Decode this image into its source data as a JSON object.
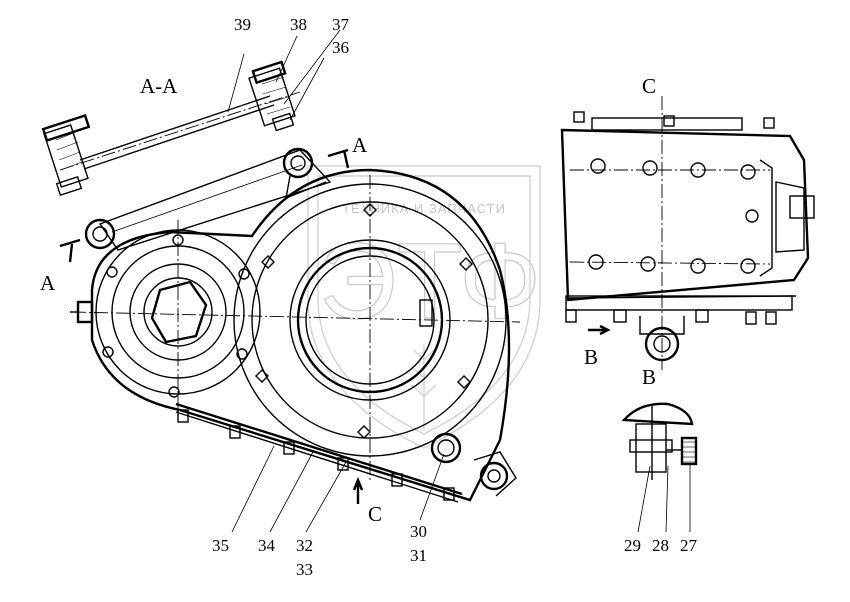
{
  "watermark": {
    "brand": "ЭТФ",
    "tagline": "ТЕХНИКА И ЗАПЧАСТИ"
  },
  "views": {
    "section_aa": "А-А",
    "view_c": "С",
    "view_b": "В"
  },
  "markers": {
    "a_top": "А",
    "a_left": "А",
    "c_bottom": "С",
    "b_left": "В",
    "b_bottom": "В"
  },
  "callouts": {
    "n39": "39",
    "n38": "38",
    "n37": "37",
    "n36": "36",
    "n35": "35",
    "n34": "34",
    "n32": "32",
    "n33": "33",
    "n30": "30",
    "n31": "31",
    "n29": "29",
    "n28": "28",
    "n27": "27"
  }
}
